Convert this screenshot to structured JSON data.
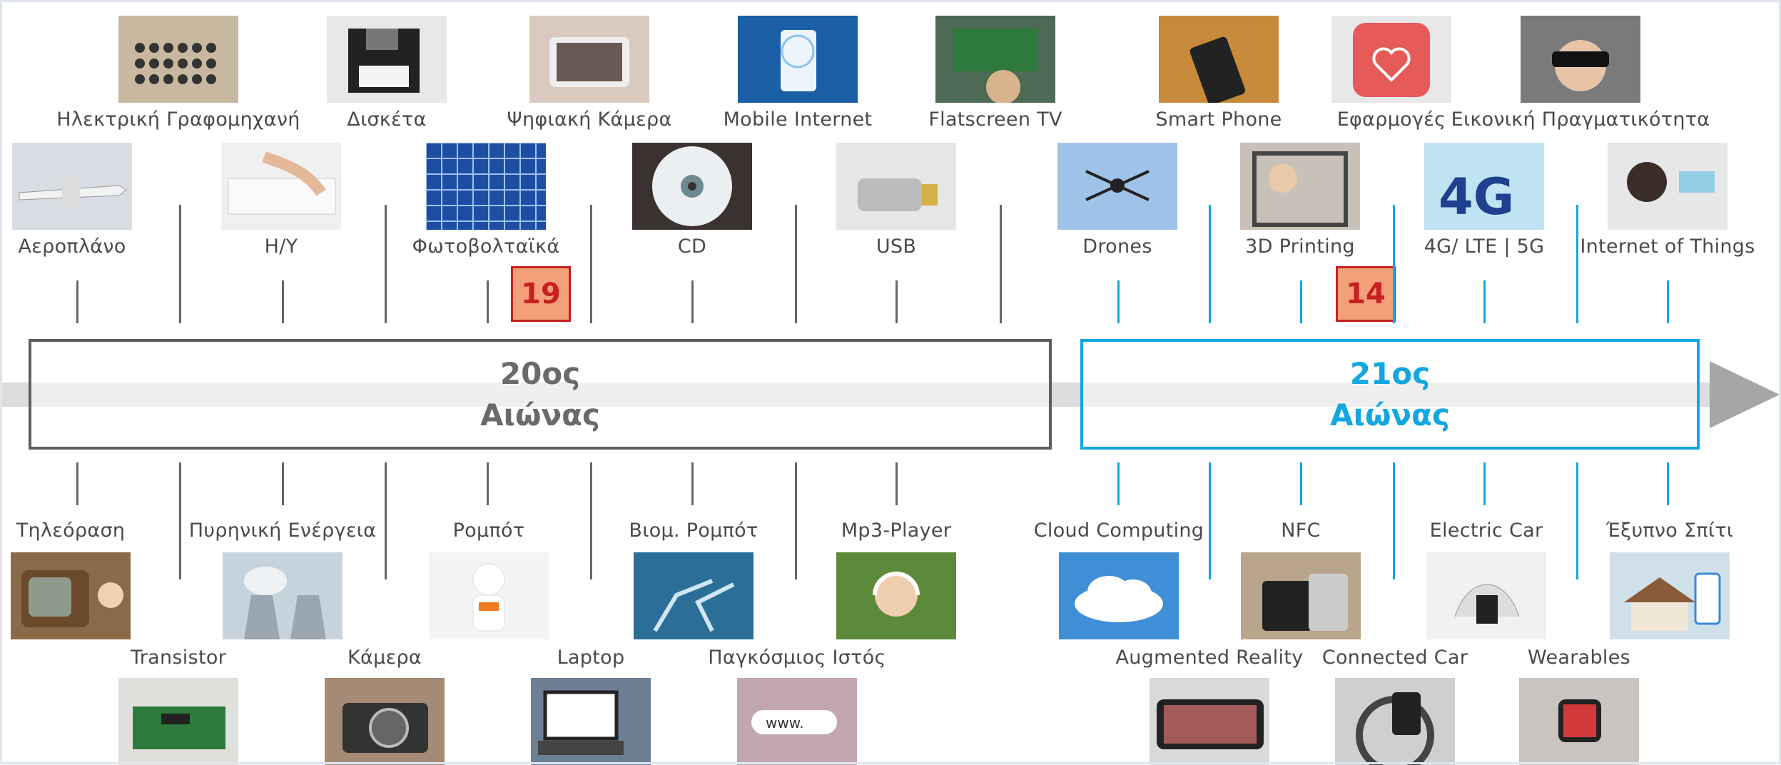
{
  "eras": {
    "c20": {
      "line1": "20ος",
      "line2": "Αιώνας"
    },
    "c21": {
      "line1": "21ος",
      "line2": "Αιώνας"
    }
  },
  "badges": {
    "c20": "19",
    "c21": "14"
  },
  "colors": {
    "c20": "#666666",
    "c21": "#12a7e0",
    "badge_fill": "#f3a079",
    "badge_border": "#c6201f",
    "band": "#dcdcdc",
    "arrow": "#a6a6a6"
  },
  "items": [
    {
      "label": "Ηλεκτρική Γραφομηχανή",
      "icon": "typewriter-photo"
    },
    {
      "label": "Δισκέτα",
      "icon": "floppy-disk-photo"
    },
    {
      "label": "Ψηφιακή Κάμερα",
      "icon": "digital-camera-photo"
    },
    {
      "label": "Mobile Internet",
      "icon": "mobile-internet-photo"
    },
    {
      "label": "Flatscreen TV",
      "icon": "flatscreen-tv-photo"
    },
    {
      "label": "Smart Phone",
      "icon": "smart-phone-photo"
    },
    {
      "label": "Εφαρμογές",
      "icon": "health-app-icon"
    },
    {
      "label": "Εικονική Πραγματικότητα",
      "icon": "vr-headset-photo"
    },
    {
      "label": "Αεροπλάνο",
      "icon": "airplane-photo"
    },
    {
      "label": "Η/Υ",
      "icon": "computer-keyboard-photo"
    },
    {
      "label": "Φωτοβολταϊκά",
      "icon": "solar-panel-photo"
    },
    {
      "label": "CD",
      "icon": "cd-photo"
    },
    {
      "label": "USB",
      "icon": "usb-key-photo"
    },
    {
      "label": "Drones",
      "icon": "drone-photo"
    },
    {
      "label": "3D Printing",
      "icon": "3d-printer-photo"
    },
    {
      "label": "4G/ LTE | 5G",
      "icon": "4g-lte-photo"
    },
    {
      "label": "Internet of Things",
      "icon": "iot-photo"
    },
    {
      "label": "Τηλεόραση",
      "icon": "retro-tv-photo"
    },
    {
      "label": "Πυρηνική Ενέργεια",
      "icon": "cooling-towers-photo"
    },
    {
      "label": "Ρομπότ",
      "icon": "robot-photo"
    },
    {
      "label": "Βιομ. Ρομπότ",
      "icon": "industrial-robot-photo"
    },
    {
      "label": "Mp3-Player",
      "icon": "headphones-photo"
    },
    {
      "label": "Cloud Computing",
      "icon": "cloud-photo"
    },
    {
      "label": "NFC",
      "icon": "nfc-payment-photo"
    },
    {
      "label": "Electric Car",
      "icon": "ev-charger-photo"
    },
    {
      "label": "Έξυπνο Σπίτι",
      "icon": "smart-home-photo"
    },
    {
      "label": "Transistor",
      "icon": "circuit-board-photo"
    },
    {
      "label": "Κάμερα",
      "icon": "camera-photo"
    },
    {
      "label": "Laptop",
      "icon": "laptop-photo"
    },
    {
      "label": "Παγκόσμιος Ιστός",
      "icon": "www-photo"
    },
    {
      "label": "Augmented Reality",
      "icon": "ar-phone-photo"
    },
    {
      "label": "Connected Car",
      "icon": "connected-car-photo"
    },
    {
      "label": "Wearables",
      "icon": "smartwatch-photo"
    }
  ]
}
